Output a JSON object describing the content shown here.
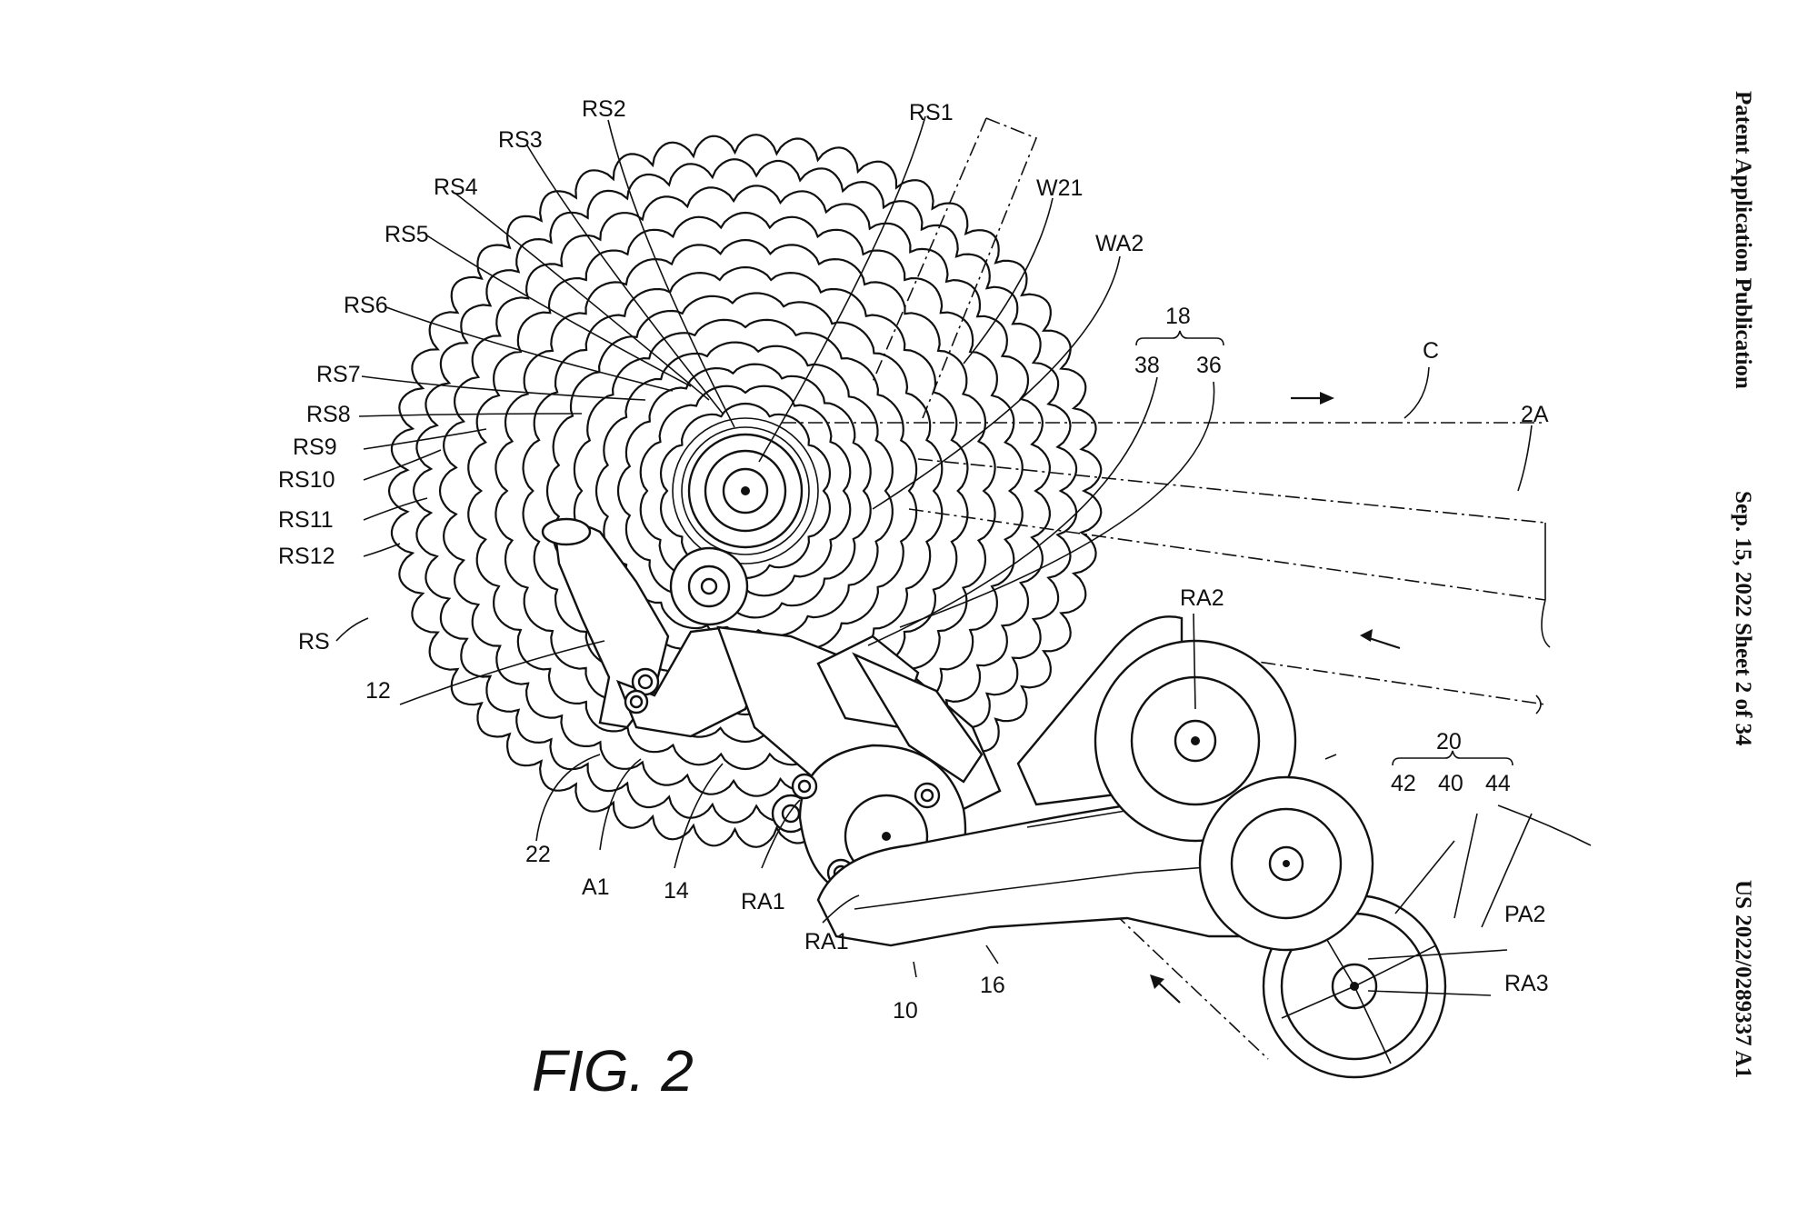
{
  "header": {
    "publication": "Patent Application Publication",
    "date_sheet": "Sep. 15, 2022  Sheet 2 of 34",
    "number": "US 2022/0289337 A1"
  },
  "figure_label": "FIG. 2",
  "labels": {
    "rs1": "RS1",
    "rs2": "RS2",
    "rs3": "RS3",
    "rs4": "RS4",
    "rs5": "RS5",
    "rs6": "RS6",
    "rs7": "RS7",
    "rs8": "RS8",
    "rs9": "RS9",
    "rs10": "RS10",
    "rs11": "RS11",
    "rs12": "RS12",
    "rs": "RS",
    "w21": "W21",
    "wa2": "WA2",
    "n18": "18",
    "n38": "38",
    "n36": "36",
    "c": "C",
    "a2": "2A",
    "ra2": "RA2",
    "n20": "20",
    "n42": "42",
    "n40": "40",
    "n44": "44",
    "pa2": "PA2",
    "ra3": "RA3",
    "n12": "12",
    "n22": "22",
    "a1": "A1",
    "n14": "14",
    "ra1_a": "RA1",
    "ra1_b": "RA1",
    "n10": "10",
    "n16": "16"
  }
}
